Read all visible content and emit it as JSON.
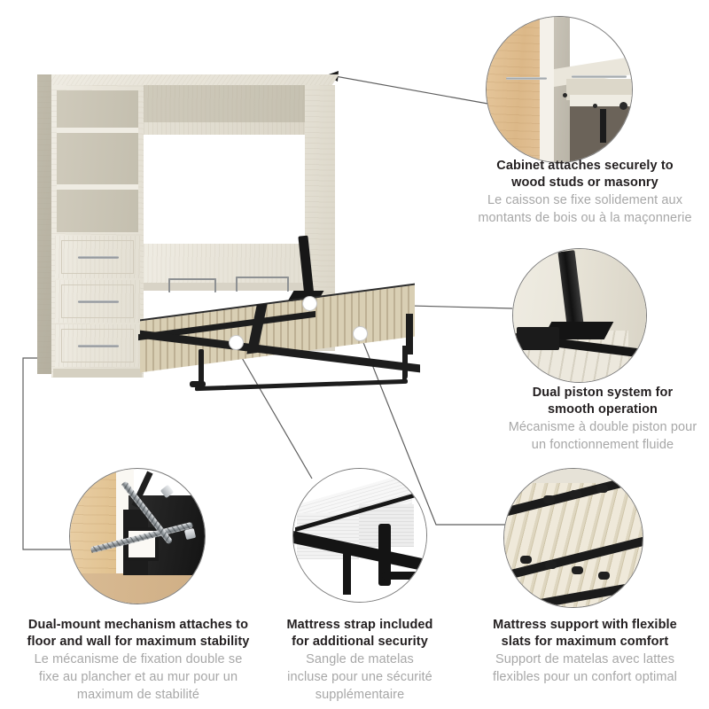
{
  "page": {
    "type": "product-infographic",
    "product": "Queen Murphy bed with storage cabinet",
    "background_color": "#ffffff",
    "heading_color": "#231f20",
    "subheading_color": "#a7a7a7",
    "callout_line_color": "#5e5e5e",
    "circle_border_color": "#7c7c7c"
  },
  "callouts": [
    {
      "id": "cabinet-attachment",
      "image_name": "cabinet-wall-stud-photo",
      "en": [
        "Cabinet attaches securely to",
        "wood studs or masonry"
      ],
      "fr": [
        "Le caisson se fixe solidement aux",
        "montants de bois ou à la maçonnerie"
      ]
    },
    {
      "id": "dual-piston",
      "image_name": "dual-piston-photo",
      "en": [
        "Dual piston system for",
        "smooth operation"
      ],
      "fr": [
        "Mécanisme à double piston pour",
        "un fonctionnement fluide"
      ]
    },
    {
      "id": "dual-mount",
      "image_name": "dual-mount-bracket-photo",
      "en": [
        "Dual-mount mechanism attaches to",
        "floor and wall for maximum stability"
      ],
      "fr": [
        "Le mécanisme de fixation double se",
        "fixe au plancher et au mur pour un",
        "maximum de stabilité"
      ]
    },
    {
      "id": "mattress-strap",
      "image_name": "mattress-strap-photo",
      "en": [
        "Mattress strap included",
        "for additional security"
      ],
      "fr": [
        "Sangle de matelas",
        "incluse pour une sécurité",
        "supplémentaire"
      ]
    },
    {
      "id": "flexible-slats",
      "image_name": "flexible-slats-photo",
      "en": [
        "Mattress support with flexible",
        "slats for maximum comfort"
      ],
      "fr": [
        "Support de matelas avec lattes",
        "flexibles pour un confort optimal"
      ]
    }
  ],
  "main_image": {
    "name": "murphy-bed-product-render",
    "finish": "white chocolate / light wood",
    "parts": {
      "storage_column": "3 open shelves and 3 drawers",
      "bed": "queen bed open with wood slat platform",
      "frame_color": "#1d1d1d"
    }
  }
}
